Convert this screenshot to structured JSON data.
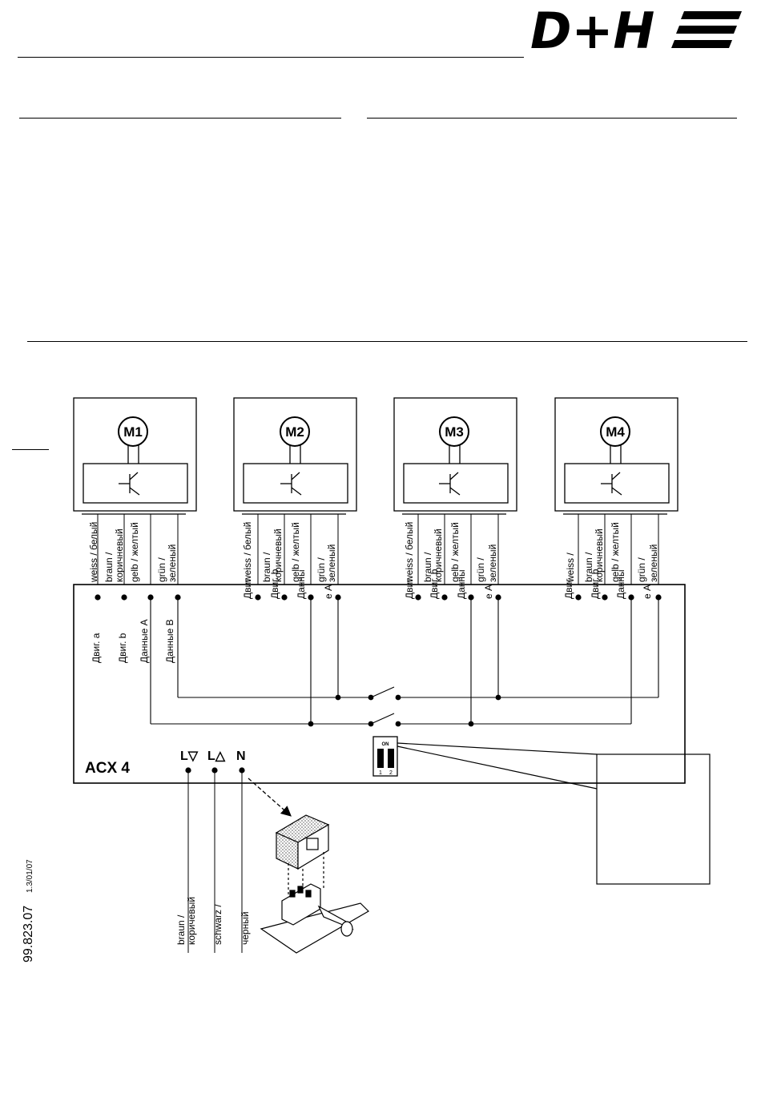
{
  "logo": {
    "text": "D+H"
  },
  "motors": [
    {
      "label": "M1"
    },
    {
      "label": "M2"
    },
    {
      "label": "M3"
    },
    {
      "label": "M4"
    }
  ],
  "wire_colors": {
    "white": "weiss / белый",
    "brown": "braun /",
    "brown_ru": "коричневый",
    "yellow": "gelb / желтый",
    "green": "grün /",
    "green_ru": "зеленый"
  },
  "m4_partial": {
    "white": "weiss /",
    "brown": "braun /"
  },
  "terminals": {
    "motor_a": "Двиг. a",
    "motor_b": "Двиг. b",
    "data_a": "Данные A",
    "data_b": "Данные B"
  },
  "overlap_labels": {
    "dvig": "Двиг",
    "dvig_b": "Двиг. b",
    "danny": "Данны",
    "e_a": "е А",
    "ny": "ны"
  },
  "controller": {
    "name": "ACX 4",
    "l_down": "L▽",
    "l_up": "L△",
    "n": "N",
    "dip_on": "ON",
    "dip_1": "1",
    "dip_2": "2"
  },
  "power_wires": {
    "brown": "braun /",
    "brown_ru": "коричевый",
    "black": "schwarz /",
    "black_ru": "черный"
  },
  "doc_number": "99.823.07",
  "doc_version": "1.3/01/07"
}
